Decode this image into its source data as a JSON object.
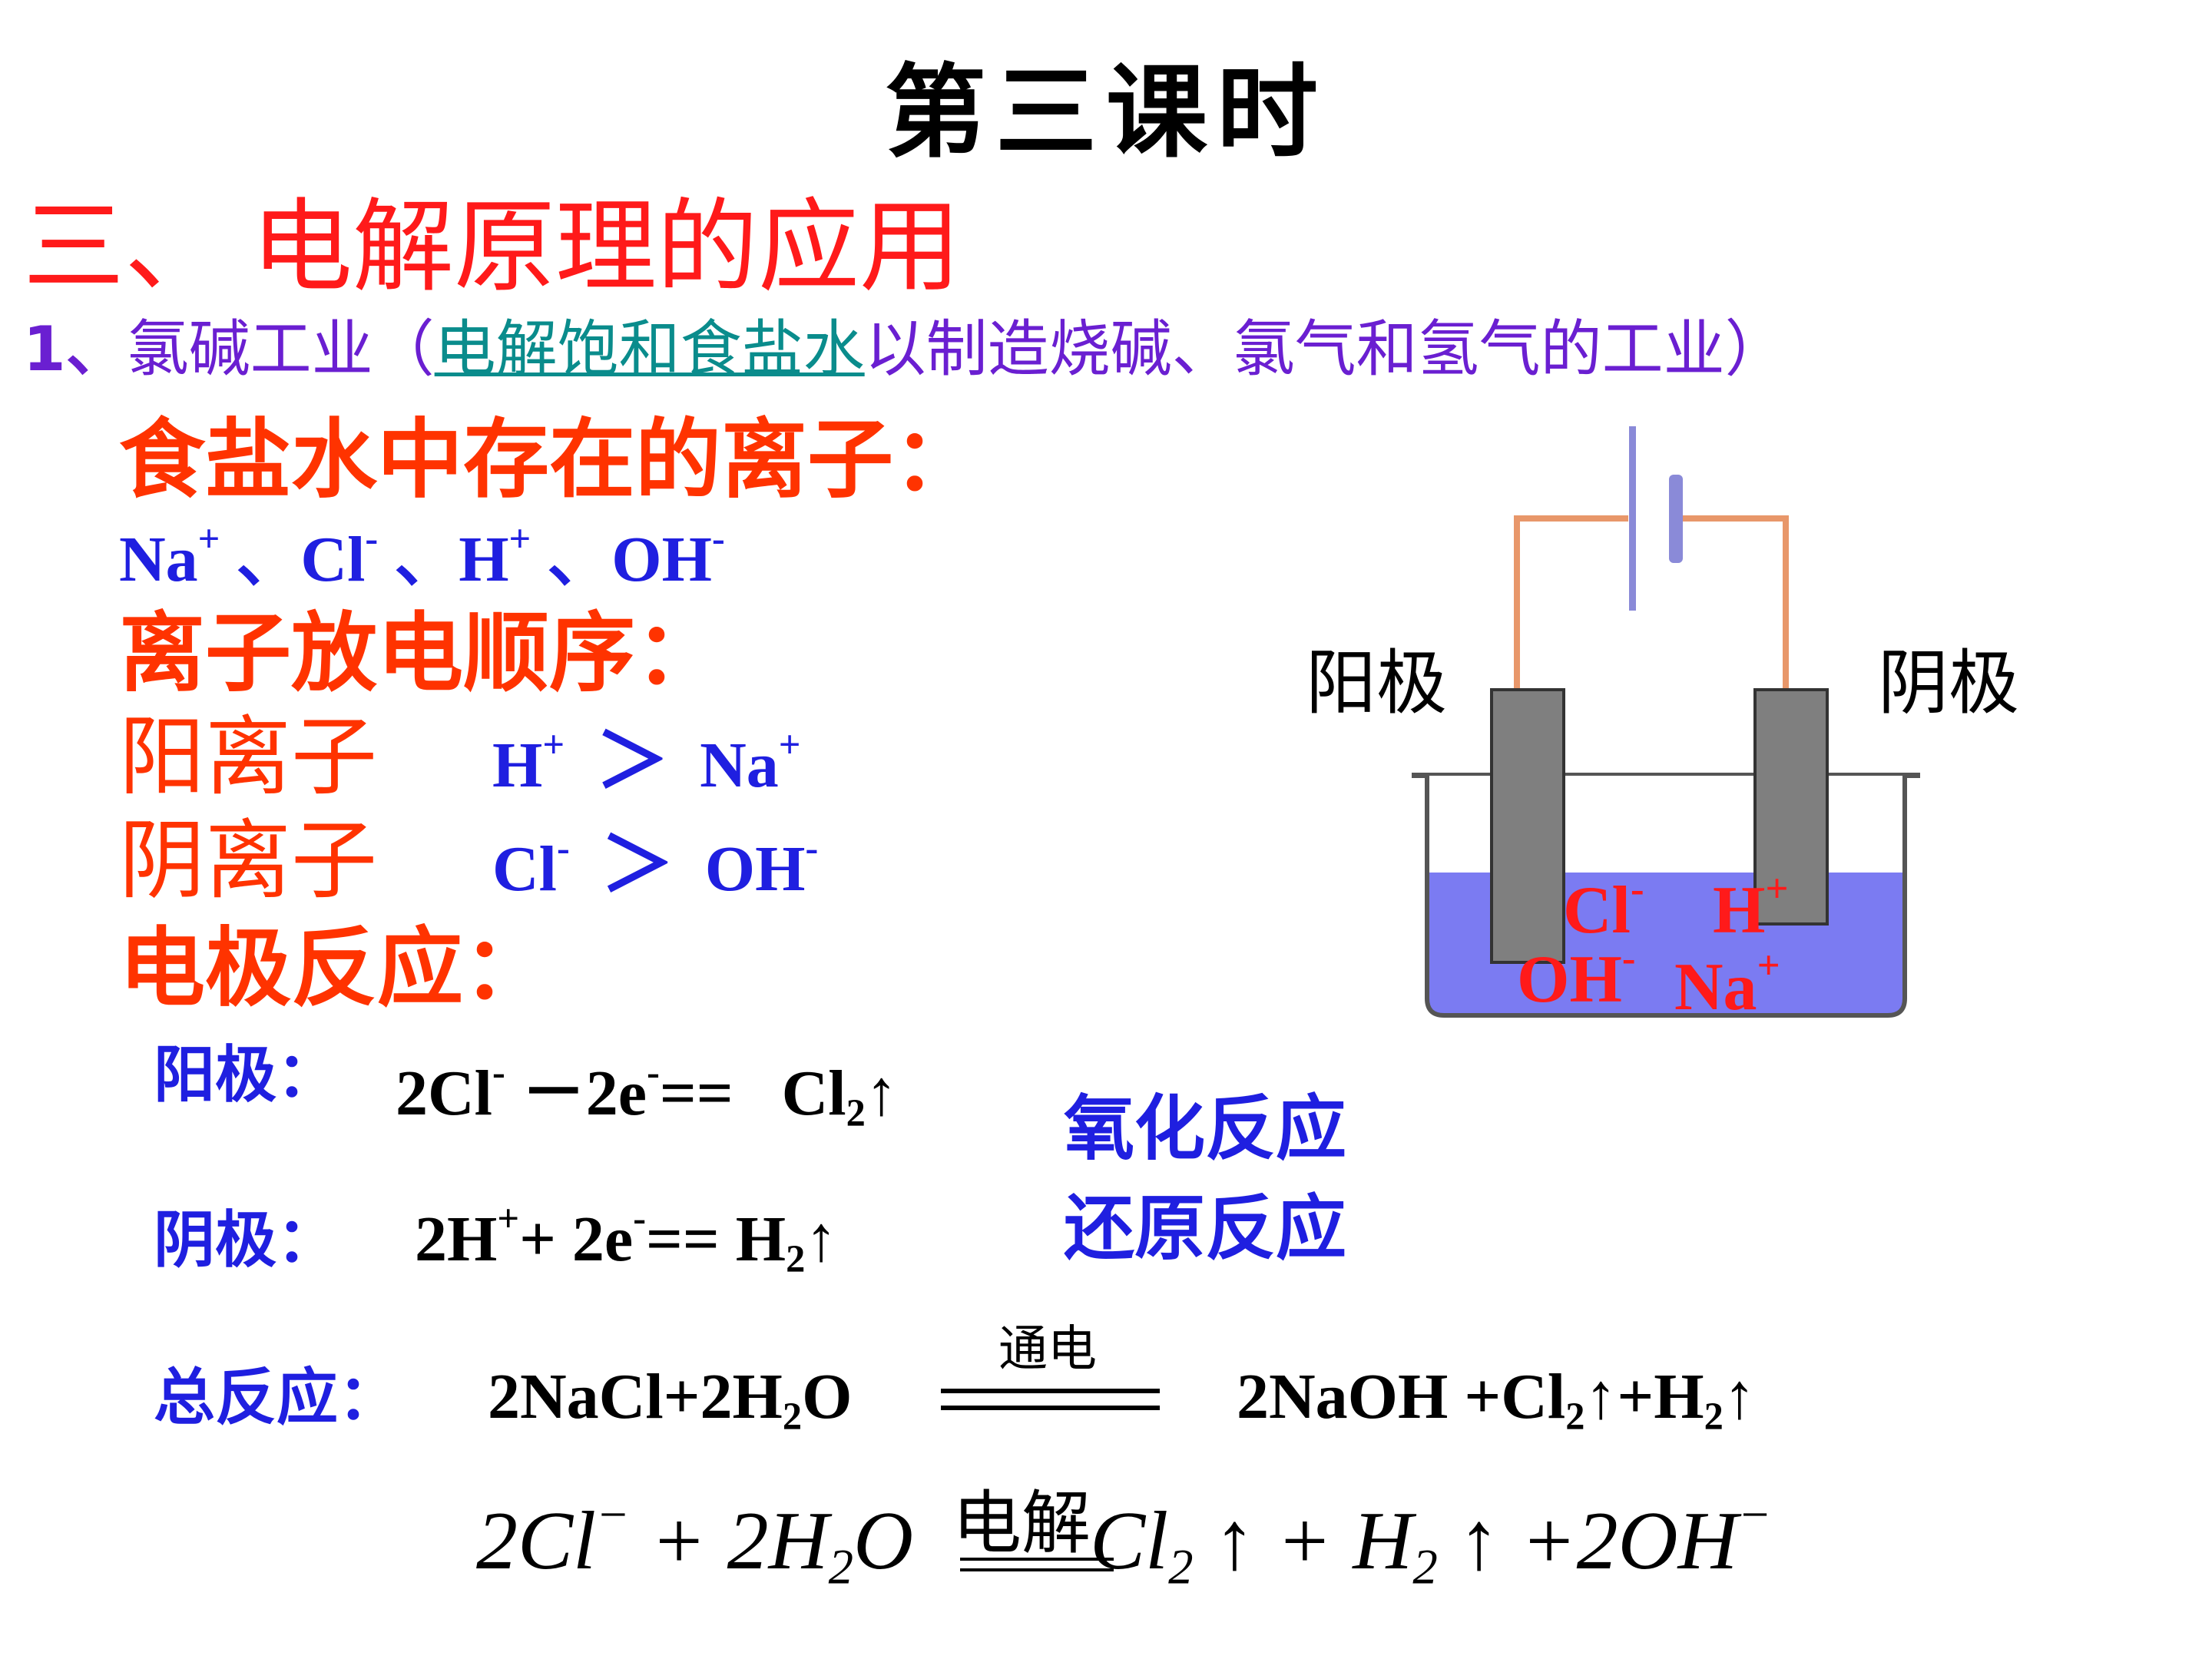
{
  "title": "第三课时",
  "section": "三、 电解原理的应用",
  "subtitle": {
    "number": "1、",
    "prefix": "氯碱工业（",
    "highlight": "电解饱和食盐水",
    "suffix": "以制造烧碱、氯气和氢气的工业）"
  },
  "ions_heading": "食盐水中存在的离子：",
  "ions_list": {
    "na": "Na",
    "na_charge": "+",
    "sep1": "、",
    "cl": "Cl",
    "cl_charge": "-",
    "sep2": "、",
    "h": "H",
    "h_charge": "+",
    "sep3": "、",
    "oh": "OH",
    "oh_charge": "-"
  },
  "discharge_heading": "离子放电顺序：",
  "cations": {
    "label": "阳离子",
    "first": "H",
    "first_charge": "+",
    "gt": "＞",
    "second": "Na",
    "second_charge": "+"
  },
  "anions": {
    "label": "阴离子",
    "first": "Cl",
    "first_charge": "-",
    "gt": "＞",
    "second": "OH",
    "second_charge": "-"
  },
  "electrode_heading": "电极反应：",
  "anode_reaction": {
    "label": "阳极：",
    "a": "2Cl",
    "a_charge": "-",
    "b": " －2e",
    "b_charge": "-",
    "c": "==   Cl",
    "c_sub": "2",
    "c_arrow": "↑",
    "type": "氧化反应"
  },
  "cathode_reaction": {
    "label": "阴极：",
    "a": "2H",
    "a_charge": "+",
    "b": "+ 2e",
    "b_charge": "-",
    "c": "== H",
    "c_sub": "2",
    "c_arrow": "↑",
    "type": "还原反应"
  },
  "total_reaction": {
    "label": "总反应：",
    "lhs_a": "2NaCl+2H",
    "lhs_sub": "2",
    "lhs_b": "O",
    "condition": "通电",
    "rhs_a": "2NaOH +Cl",
    "rhs_sub1": "2",
    "rhs_b": "↑+H",
    "rhs_sub2": "2",
    "rhs_c": "↑"
  },
  "ionic_equation": {
    "lhs_a": "2Cl",
    "lhs_sup": "−",
    "lhs_b": " + 2H",
    "lhs_sub": "2",
    "lhs_c": "O",
    "condition": "电解",
    "rhs_a": "Cl",
    "rhs_sub1": "2",
    "rhs_b": " ↑ + H",
    "rhs_sub2": "2",
    "rhs_c": " ↑ +2OH",
    "rhs_sup": "−"
  },
  "diagram": {
    "anode_label": "阳极",
    "cathode_label": "阴极",
    "ion_cl": "Cl",
    "ion_cl_charge": "-",
    "ion_h": "H",
    "ion_h_charge": "+",
    "ion_oh": "OH",
    "ion_oh_charge": "-",
    "ion_na": "Na",
    "ion_na_charge": "+",
    "colors": {
      "solution": "#7b7bf2",
      "electrode": "#7f7f7f",
      "wire": "#e8976a",
      "battery": "#8a8ad8",
      "ions": "#ff1a1a"
    }
  }
}
